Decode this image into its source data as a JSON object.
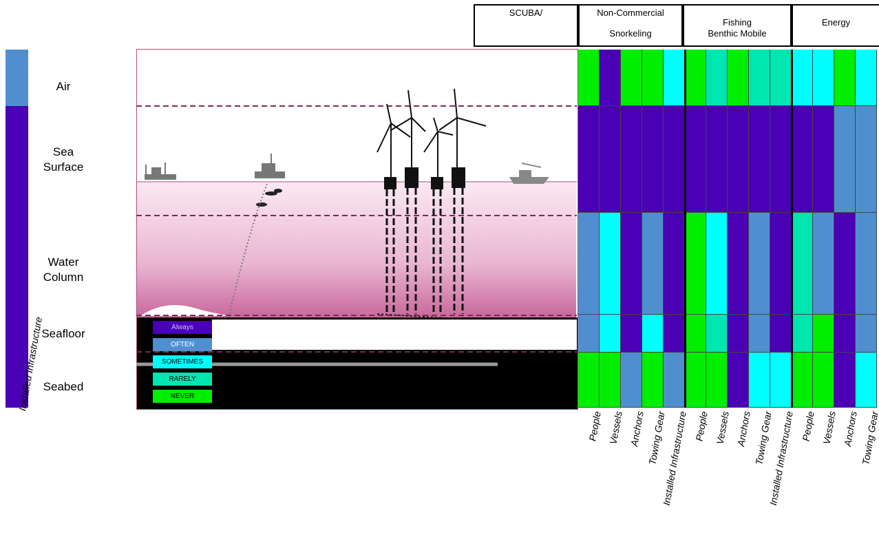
{
  "zones": [
    {
      "key": "air",
      "label": "Air"
    },
    {
      "key": "sea_surface",
      "label": "Sea Surface"
    },
    {
      "key": "water_column",
      "label": "Water Column"
    },
    {
      "key": "seafloor",
      "label": "Seafloor"
    },
    {
      "key": "seabed",
      "label": "Seabed"
    }
  ],
  "headers": {
    "scuba": "SCUBA/",
    "noncommercial": "Non-Commercial",
    "snorkeling": "Snorkeling",
    "fishing": "Fishing",
    "benthic": "Benthic Mobile",
    "energy": "Energy"
  },
  "legend": {
    "items": [
      "Always",
      "OFTEN",
      "SOMETIMES",
      "RARELY",
      "NEVER"
    ]
  },
  "colors": {
    "always": "#4a00b4",
    "often": "#4f8fd0",
    "sometimes": "#00ffff",
    "rarely": "#00e6b0",
    "never": "#00ee00"
  },
  "column_labels": [
    "People",
    "Vessels",
    "Anchors",
    "Towing Gear",
    "Installed Infrastructure",
    "People",
    "Vessels",
    "Anchors",
    "Towing Gear",
    "Installed Infrastructure",
    "People",
    "Vessels",
    "Anchors",
    "Towing Gear"
  ],
  "left_partial_label": "Installed Infrastructure",
  "grid": [
    [
      "never",
      "always",
      "never",
      "never",
      "sometimes",
      "never",
      "rarely",
      "never",
      "rarely",
      "rarely",
      "sometimes",
      "sometimes",
      "never",
      "sometimes"
    ],
    [
      "always",
      "always",
      "always",
      "always",
      "always",
      "always",
      "always",
      "always",
      "always",
      "always",
      "always",
      "always",
      "often",
      "often"
    ],
    [
      "often",
      "sometimes",
      "always",
      "often",
      "always",
      "never",
      "sometimes",
      "always",
      "often",
      "always",
      "rarely",
      "often",
      "always",
      "often"
    ],
    [
      "often",
      "sometimes",
      "always",
      "sometimes",
      "always",
      "never",
      "rarely",
      "always",
      "often",
      "always",
      "rarely",
      "never",
      "always",
      "often"
    ],
    [
      "never",
      "never",
      "often",
      "never",
      "often",
      "never",
      "never",
      "always",
      "sometimes",
      "sometimes",
      "never",
      "never",
      "always",
      "sometimes"
    ]
  ],
  "left_strip": [
    "often",
    "always",
    "always",
    "always",
    "always"
  ]
}
